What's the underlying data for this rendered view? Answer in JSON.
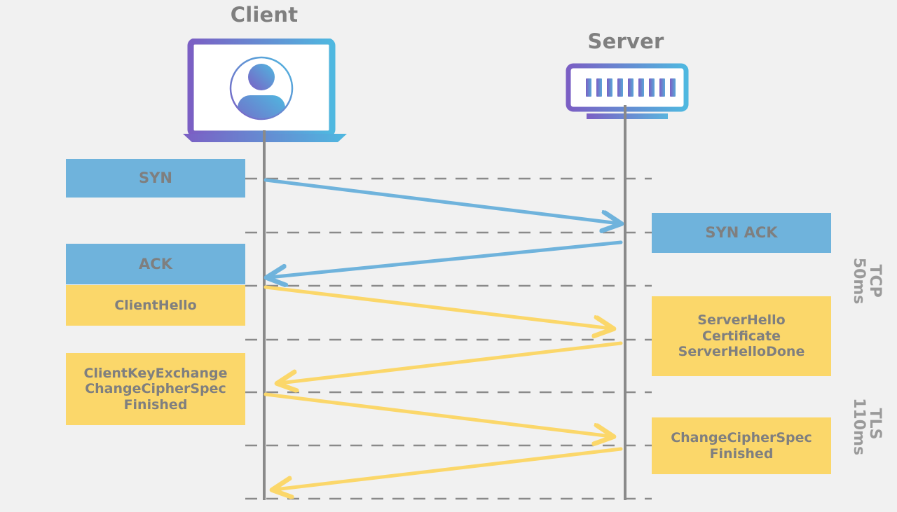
{
  "diagram": {
    "title_client": "Client",
    "title_server": "Server",
    "background_color": "#f1f1f1",
    "tcp_color": "#6fb3dc",
    "tls_color": "#fbd76a",
    "text_color": "#7f7f7f",
    "lifeline_color": "#8a8a8a",
    "gradient_start": "#7b5fc4",
    "gradient_end": "#4fb8e0"
  },
  "icons": {
    "client": "laptop-user-icon",
    "server": "server-rack-icon"
  },
  "messages": {
    "syn": {
      "label": "SYN",
      "protocol": "TCP",
      "direction": "client-to-server"
    },
    "syn_ack": {
      "label": "SYN ACK",
      "protocol": "TCP",
      "direction": "server-to-client"
    },
    "ack": {
      "label": "ACK",
      "protocol": "TCP",
      "direction": "client-to-server"
    },
    "client_hello": {
      "lines": [
        "ClientHello"
      ],
      "protocol": "TLS",
      "direction": "client-to-server"
    },
    "server_hello": {
      "lines": [
        "ServerHello",
        "Certificate",
        "ServerHelloDone"
      ],
      "protocol": "TLS",
      "direction": "server-to-client"
    },
    "client_key_exchange": {
      "lines": [
        "ClientKeyExchange",
        "ChangeCipherSpec",
        "Finished"
      ],
      "protocol": "TLS",
      "direction": "client-to-server"
    },
    "server_change_cipher": {
      "lines": [
        "ChangeCipherSpec",
        "Finished"
      ],
      "protocol": "TLS",
      "direction": "server-to-client"
    }
  },
  "phases": {
    "tcp": {
      "name": "TCP",
      "duration": "50ms"
    },
    "tls": {
      "name": "TLS",
      "duration": "110ms"
    }
  }
}
